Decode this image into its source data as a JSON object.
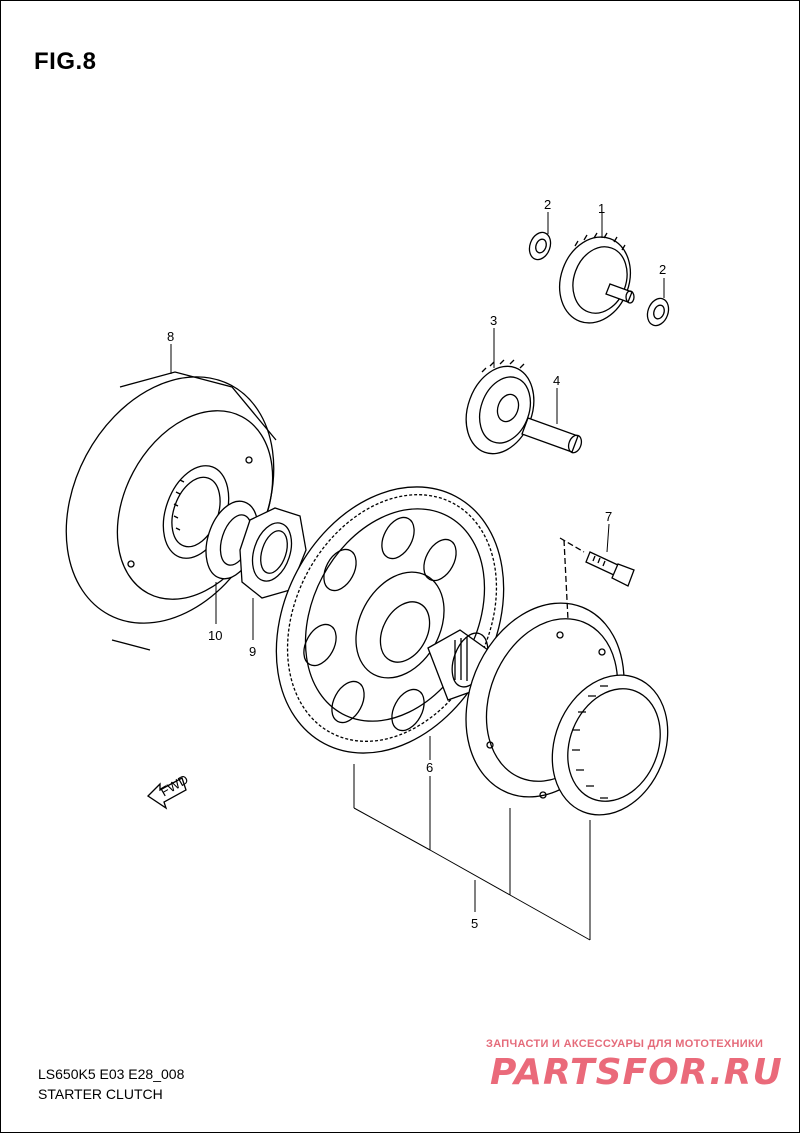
{
  "figure": {
    "title": "FIG.8"
  },
  "callouts": [
    "1",
    "2",
    "2",
    "3",
    "4",
    "5",
    "6",
    "7",
    "8",
    "9",
    "10"
  ],
  "direction_marker": "FWD",
  "footer": {
    "model_code": "LS650K5 E03 E28_008",
    "section_title": "STARTER CLUTCH"
  },
  "watermark": {
    "tagline": "ЗАПЧАСТИ И АКСЕССУАРЫ ДЛЯ МОТОТЕХНИКИ",
    "logo": "PARTSFOR.RU"
  },
  "colors": {
    "line": "#000000",
    "background": "#ffffff",
    "watermark": "#e85a6c"
  }
}
